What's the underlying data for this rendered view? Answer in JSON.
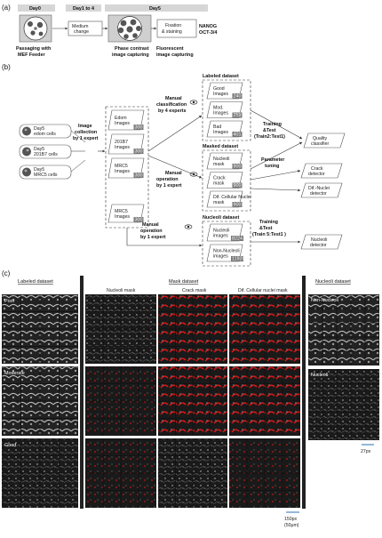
{
  "figure": {
    "section_labels": [
      "(a)",
      "(b)",
      "(c)"
    ],
    "panel_a": {
      "timeline": [
        "Day0",
        "Day1 to 4",
        "Day5"
      ],
      "step1": "Passaging with MEF Feeder",
      "medium_change": "Medium change",
      "fixation": "Fixation & staining",
      "markers": [
        "NANOG",
        "OCT-3/4"
      ],
      "phase_contrast": "Phase contrast image capturing",
      "fluorescent": "Fluorescent image capturing"
    },
    "panel_b": {
      "cell_lines": [
        "Day5 edom cells",
        "Day5 201B7 cells",
        "Day5 MRC5 cells"
      ],
      "image_collection": "Image collection by 1 expert",
      "collected": [
        {
          "label": "Edom Images",
          "count": "300"
        },
        {
          "label": "201B7 Images",
          "count": "300"
        },
        {
          "label": "MRC5 Images",
          "count": "300"
        },
        {
          "label": "MRC5 Images",
          "count": "300"
        }
      ],
      "manual_classification": "Manual classification by 4 experts",
      "manual_operation": "Manual operation by 1 expert",
      "manual_operation2": "Manual operation by 1 expert",
      "labeled_title": "Labeled dataset",
      "labeled": [
        {
          "label": "Good Images",
          "count": "240"
        },
        {
          "label": "Mod. Images",
          "count": "259"
        },
        {
          "label": "Bad Images",
          "count": "401"
        }
      ],
      "masked_title": "Masked dataset",
      "masked": [
        {
          "label": "Nucleoli mask",
          "count": "900"
        },
        {
          "label": "Crack mask",
          "count": "900"
        },
        {
          "label": "Dif. Cellular Nuclei mask",
          "count": "900"
        }
      ],
      "nucleoli_title": "Nucleoli dataset",
      "nucleoli": [
        {
          "label": "Nucleoli images",
          "count": "8224"
        },
        {
          "label": "Non-Nucleoli images",
          "count": "11920"
        }
      ],
      "training1": "Training &Test (Train2:Test1)",
      "parameter_tuning": "Parameter tuning",
      "training2": "Training &Test (Train 5:Test1)",
      "quality_classifier": "Quality classifier",
      "crack_detector": "Crack detector",
      "dif_nuclei_detector": "Dif.-Nuclei detector",
      "nucleoli_detector": "Nucleoli detector"
    },
    "panel_c": {
      "labeled_dataset": "Labeled dataset",
      "mask_dataset": "Mask dataset",
      "nucleoli_dataset": "Nucleoli dataset",
      "mask_columns": [
        "Nucleoli mask",
        "Crack mask",
        "Dif. Cellular nuclei mask"
      ],
      "row_labels": [
        "Poor",
        "Moderate",
        "Good"
      ],
      "nucleoli_rows": [
        "Non-Nucleoli",
        "Nucleoli"
      ],
      "scale_main": "150px",
      "scale_main_um": "(50μm)",
      "scale_nucleoli": "27px"
    }
  }
}
